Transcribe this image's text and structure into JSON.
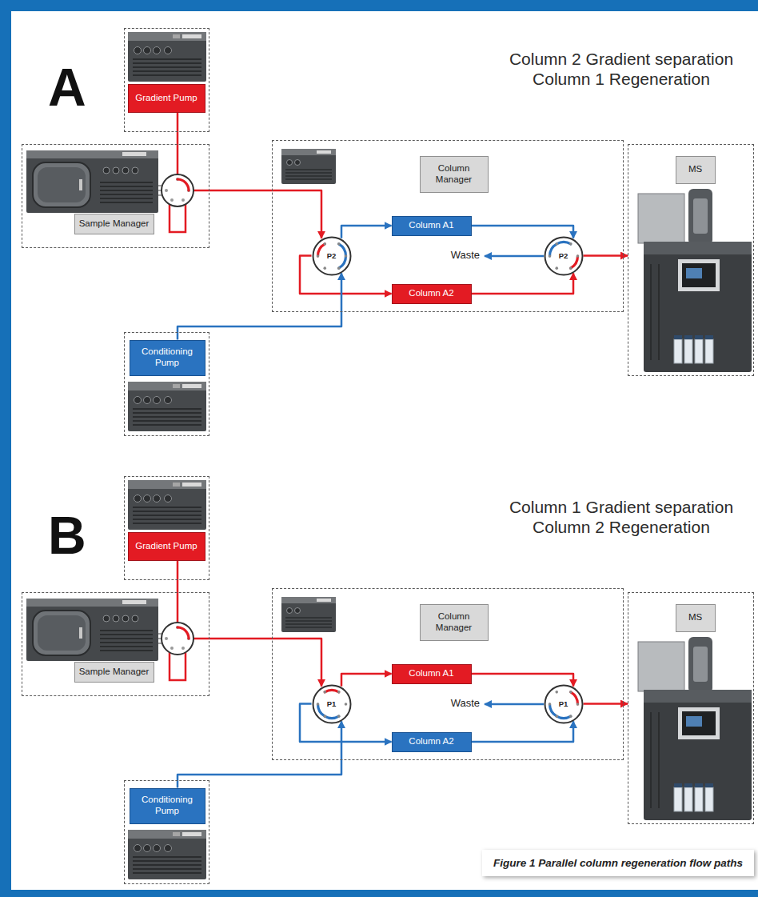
{
  "diagram": {
    "caption": "Figure 1 Parallel column regeneration flow paths",
    "nodes": [
      {
        "text": [
          "Gradient Pump"
        ]
      },
      {
        "text": [
          "Sample Manager"
        ]
      },
      {
        "text": [
          "Column Manager"
        ]
      },
      {
        "text": [
          "Column A1"
        ],
        "in": 2
      },
      {
        "text": [
          "P2"
        ],
        "in": 2
      },
      {
        "text": [
          "P2"
        ],
        "in": 2
      },
      {
        "text": [
          "Column A2"
        ],
        "in": 2
      },
      {
        "text": [
          "MS"
        ]
      },
      {
        "text": [
          "Conditioning Pump"
        ]
      },
      {
        "text": [
          "Gradient Pump"
        ]
      },
      {
        "text": [
          "Sample Manager"
        ]
      },
      {
        "text": [
          "Column Manager"
        ]
      },
      {
        "text": [
          "Column A1"
        ],
        "in": 11
      },
      {
        "text": [
          "P1"
        ],
        "in": 11
      },
      {
        "text": [
          "P1"
        ],
        "in": 11
      },
      {
        "text": [
          "Column A2"
        ],
        "in": 11
      },
      {
        "text": [
          "MS"
        ]
      },
      {
        "text": [
          "Conditioning Pump"
        ]
      }
    ],
    "edges": [
      {
        "from": 0,
        "to": 4,
        "arrow": "to"
      },
      {
        "from": 4,
        "to": 6,
        "arrow": "to"
      },
      {
        "from": 6,
        "to": 5,
        "arrow": "to"
      },
      {
        "from": 5,
        "to": 7,
        "arrow": "to"
      },
      {
        "from": 8,
        "to": 4,
        "arrow": "to"
      },
      {
        "from": 4,
        "to": 3,
        "arrow": "to"
      },
      {
        "from": 3,
        "to": 5,
        "arrow": "to"
      },
      {
        "from": 9,
        "to": 13,
        "arrow": "to"
      },
      {
        "from": 13,
        "to": 12,
        "arrow": "to"
      },
      {
        "from": 12,
        "to": 14,
        "arrow": "to"
      },
      {
        "from": 14,
        "to": 16,
        "arrow": "to"
      },
      {
        "from": 17,
        "to": 13,
        "arrow": "to"
      },
      {
        "from": 13,
        "to": 15,
        "arrow": "to"
      },
      {
        "from": 15,
        "to": 14,
        "arrow": "to"
      }
    ],
    "labels": [
      "A",
      "Column 2 Gradient separation",
      "Column 1 Regeneration",
      "Waste",
      "B",
      "Column 1 Gradient separation",
      "Column 2 Regeneration",
      "Waste"
    ]
  }
}
